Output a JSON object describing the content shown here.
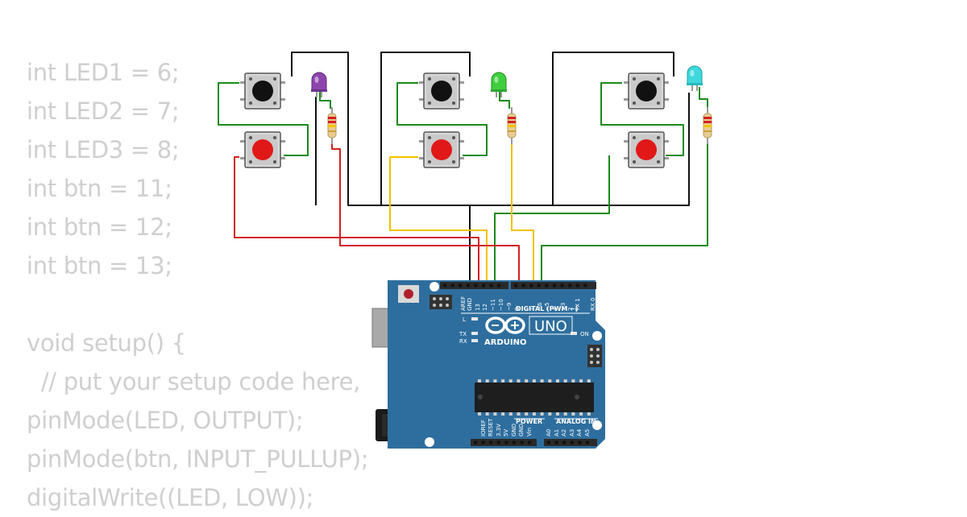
{
  "code_lines": [
    "int LED1 = 6;",
    "int LED2 = 7;",
    "int LED3 = 8;",
    "int btn = 11;",
    "int btn = 12;",
    "int btn = 13;",
    "",
    "void setup() {",
    "  // put your setup code here,",
    "pinMode(LED, OUTPUT);",
    "pinMode(btn, INPUT_PULLUP);",
    "digitalWrite((LED, LOW));"
  ],
  "board": {
    "model": "UNO",
    "brand": "ARDUINO",
    "digital_label": "DIGITAL (PWM ~)",
    "power_label": "POWER",
    "analog_label": "ANALOG IN",
    "on_label": "ON",
    "l_label": "L",
    "tx_label": "TX",
    "rx_label": "RX",
    "top_pins": [
      "AREF",
      "GND",
      "13",
      "12",
      "~11",
      "~10",
      "~9",
      "8",
      "7",
      "~6",
      "~5",
      "4",
      "~3",
      "2",
      "TX 1",
      "RX 0"
    ],
    "power_pins": [
      "IOREF",
      "RESET",
      "3.3V",
      "5V",
      "GND",
      "GND",
      "Vin"
    ],
    "analog_pins": [
      "A0",
      "A1",
      "A2",
      "A3",
      "A4",
      "A5"
    ]
  },
  "colors": {
    "wire_black": "#111111",
    "wire_red": "#d42020",
    "wire_yellow": "#f2c200",
    "wire_green": "#1a8a1a",
    "board": "#2e6e9e",
    "led_purple": "#8e44ad",
    "led_green": "#3fcf3f",
    "led_cyan": "#3fd8dc",
    "button_black": "#111111",
    "button_red": "#e01818"
  },
  "components": {
    "leds": [
      "led-purple-icon",
      "led-green-icon",
      "led-cyan-icon"
    ],
    "buttons": [
      "pushbutton-black-icon",
      "pushbutton-red-icon"
    ]
  }
}
